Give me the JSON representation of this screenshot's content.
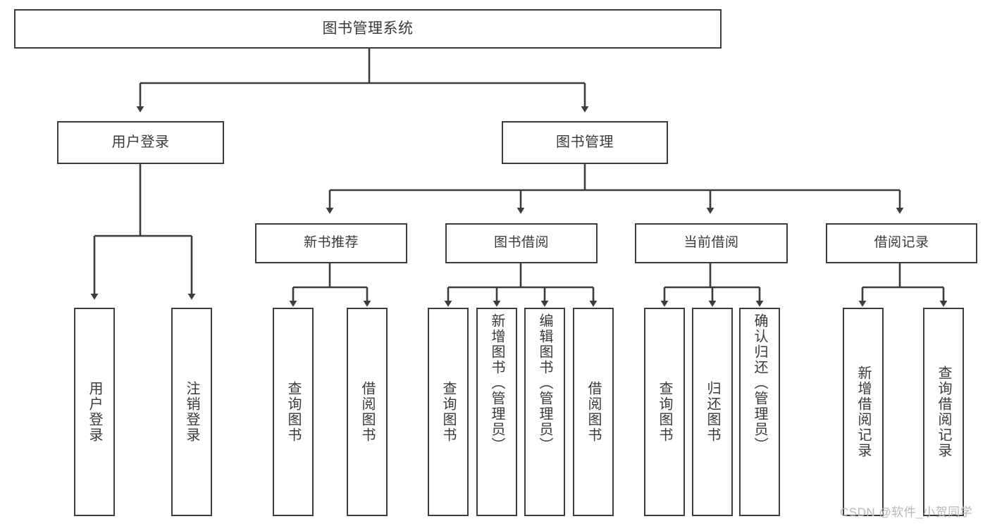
{
  "diagram": {
    "type": "tree-hierarchy",
    "title": "图书管理系统",
    "orientation": "top-down",
    "colors": {
      "stroke": "#3c3c3c",
      "text": "#3a3a3a",
      "background": "#ffffff",
      "watermark": "#b8b8b8"
    },
    "nodes": {
      "root": {
        "label": "图书管理系统",
        "level": 0
      },
      "user_login": {
        "label": "用户登录",
        "level": 1
      },
      "book_manage": {
        "label": "图书管理",
        "level": 1
      },
      "new_book_rec": {
        "label": "新书推荐",
        "level": 2
      },
      "book_borrow": {
        "label": "图书借阅",
        "level": 2
      },
      "current_borrow": {
        "label": "当前借阅",
        "level": 2
      },
      "borrow_record": {
        "label": "借阅记录",
        "level": 2
      },
      "leaf_user_login": {
        "label": "用户登录",
        "level": 3
      },
      "leaf_logout": {
        "label": "注销登录",
        "level": 3
      },
      "leaf_query_book_1": {
        "label": "查询图书",
        "level": 3
      },
      "leaf_borrow_book_1": {
        "label": "借阅图书",
        "level": 3
      },
      "leaf_query_book_2": {
        "label": "查询图书",
        "level": 3
      },
      "leaf_add_book": {
        "label": "新增图书（管理员）",
        "level": 3
      },
      "leaf_edit_book": {
        "label": "编辑图书（管理员）",
        "level": 3
      },
      "leaf_borrow_book_2": {
        "label": "借阅图书",
        "level": 3
      },
      "leaf_query_book_3": {
        "label": "查询图书",
        "level": 3
      },
      "leaf_return_book": {
        "label": "归还图书",
        "level": 3
      },
      "leaf_confirm_return": {
        "label": "确认归还（管理员）",
        "level": 3
      },
      "leaf_add_record": {
        "label": "新增借阅记录",
        "level": 3
      },
      "leaf_query_record": {
        "label": "查询借阅记录",
        "level": 3
      }
    },
    "edges": [
      {
        "from": "root",
        "to": "user_login"
      },
      {
        "from": "root",
        "to": "book_manage"
      },
      {
        "from": "book_manage",
        "to": "new_book_rec"
      },
      {
        "from": "book_manage",
        "to": "book_borrow"
      },
      {
        "from": "book_manage",
        "to": "current_borrow"
      },
      {
        "from": "book_manage",
        "to": "borrow_record"
      },
      {
        "from": "user_login",
        "to": "leaf_user_login"
      },
      {
        "from": "user_login",
        "to": "leaf_logout"
      },
      {
        "from": "new_book_rec",
        "to": "leaf_query_book_1"
      },
      {
        "from": "new_book_rec",
        "to": "leaf_borrow_book_1"
      },
      {
        "from": "book_borrow",
        "to": "leaf_query_book_2"
      },
      {
        "from": "book_borrow",
        "to": "leaf_add_book"
      },
      {
        "from": "book_borrow",
        "to": "leaf_edit_book"
      },
      {
        "from": "book_borrow",
        "to": "leaf_borrow_book_2"
      },
      {
        "from": "current_borrow",
        "to": "leaf_query_book_3"
      },
      {
        "from": "current_borrow",
        "to": "leaf_return_book"
      },
      {
        "from": "current_borrow",
        "to": "leaf_confirm_return"
      },
      {
        "from": "borrow_record",
        "to": "leaf_add_record"
      },
      {
        "from": "borrow_record",
        "to": "leaf_query_record"
      }
    ]
  },
  "watermark": {
    "text": "CSDN @软件_小贺同学"
  }
}
